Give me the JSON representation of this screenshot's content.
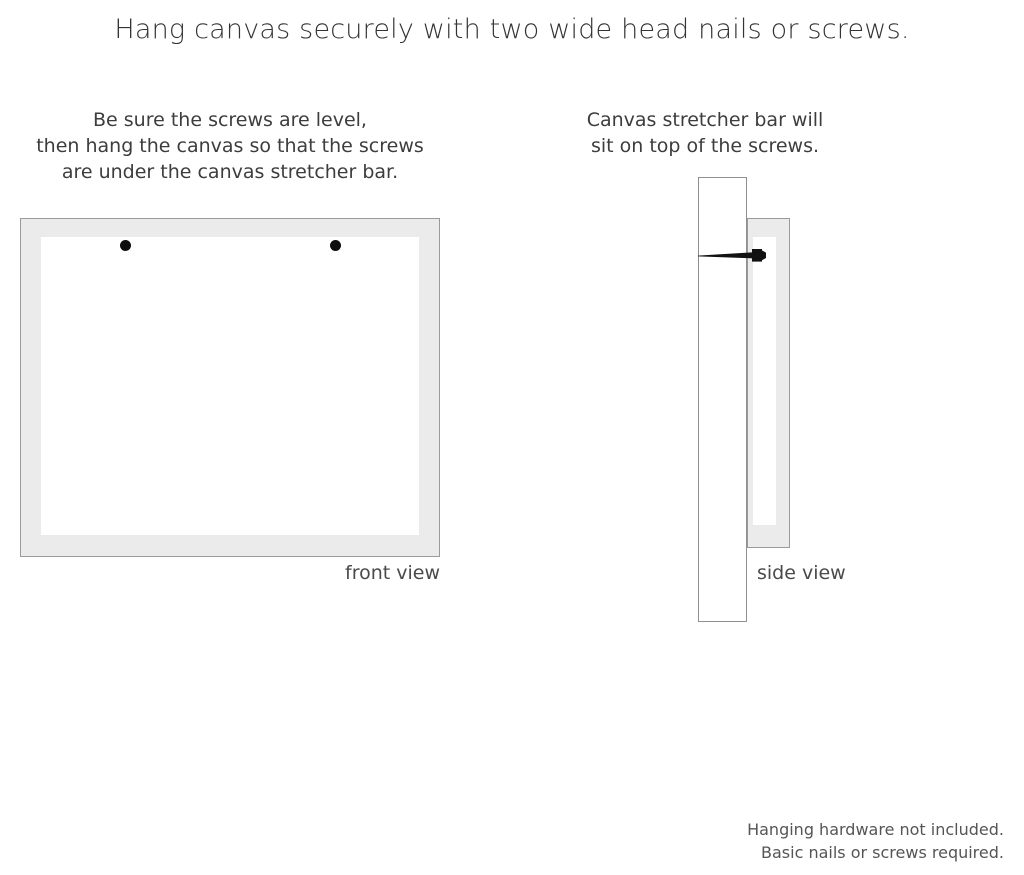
{
  "title": "Hang canvas securely with two wide head nails or screws.",
  "captions": {
    "left": [
      "Be sure the screws are level,",
      "then hang the canvas so that the screws",
      "are under the canvas stretcher bar."
    ],
    "right": [
      "Canvas stretcher bar will",
      "sit on top of the screws."
    ]
  },
  "views": {
    "front_label": "front view",
    "side_label": "side view"
  },
  "footer": [
    "Hanging hardware not included.",
    "Basic nails or screws required."
  ],
  "colors": {
    "frame_fill": "#ebebeb",
    "frame_border": "#9a9a9a",
    "panel_fill": "#ffffff",
    "screw": "#0d0d0d",
    "title_text": "#333333",
    "body_text": "#3d3d3d",
    "label_text": "#4a4a4a",
    "footer_text": "#555555"
  }
}
